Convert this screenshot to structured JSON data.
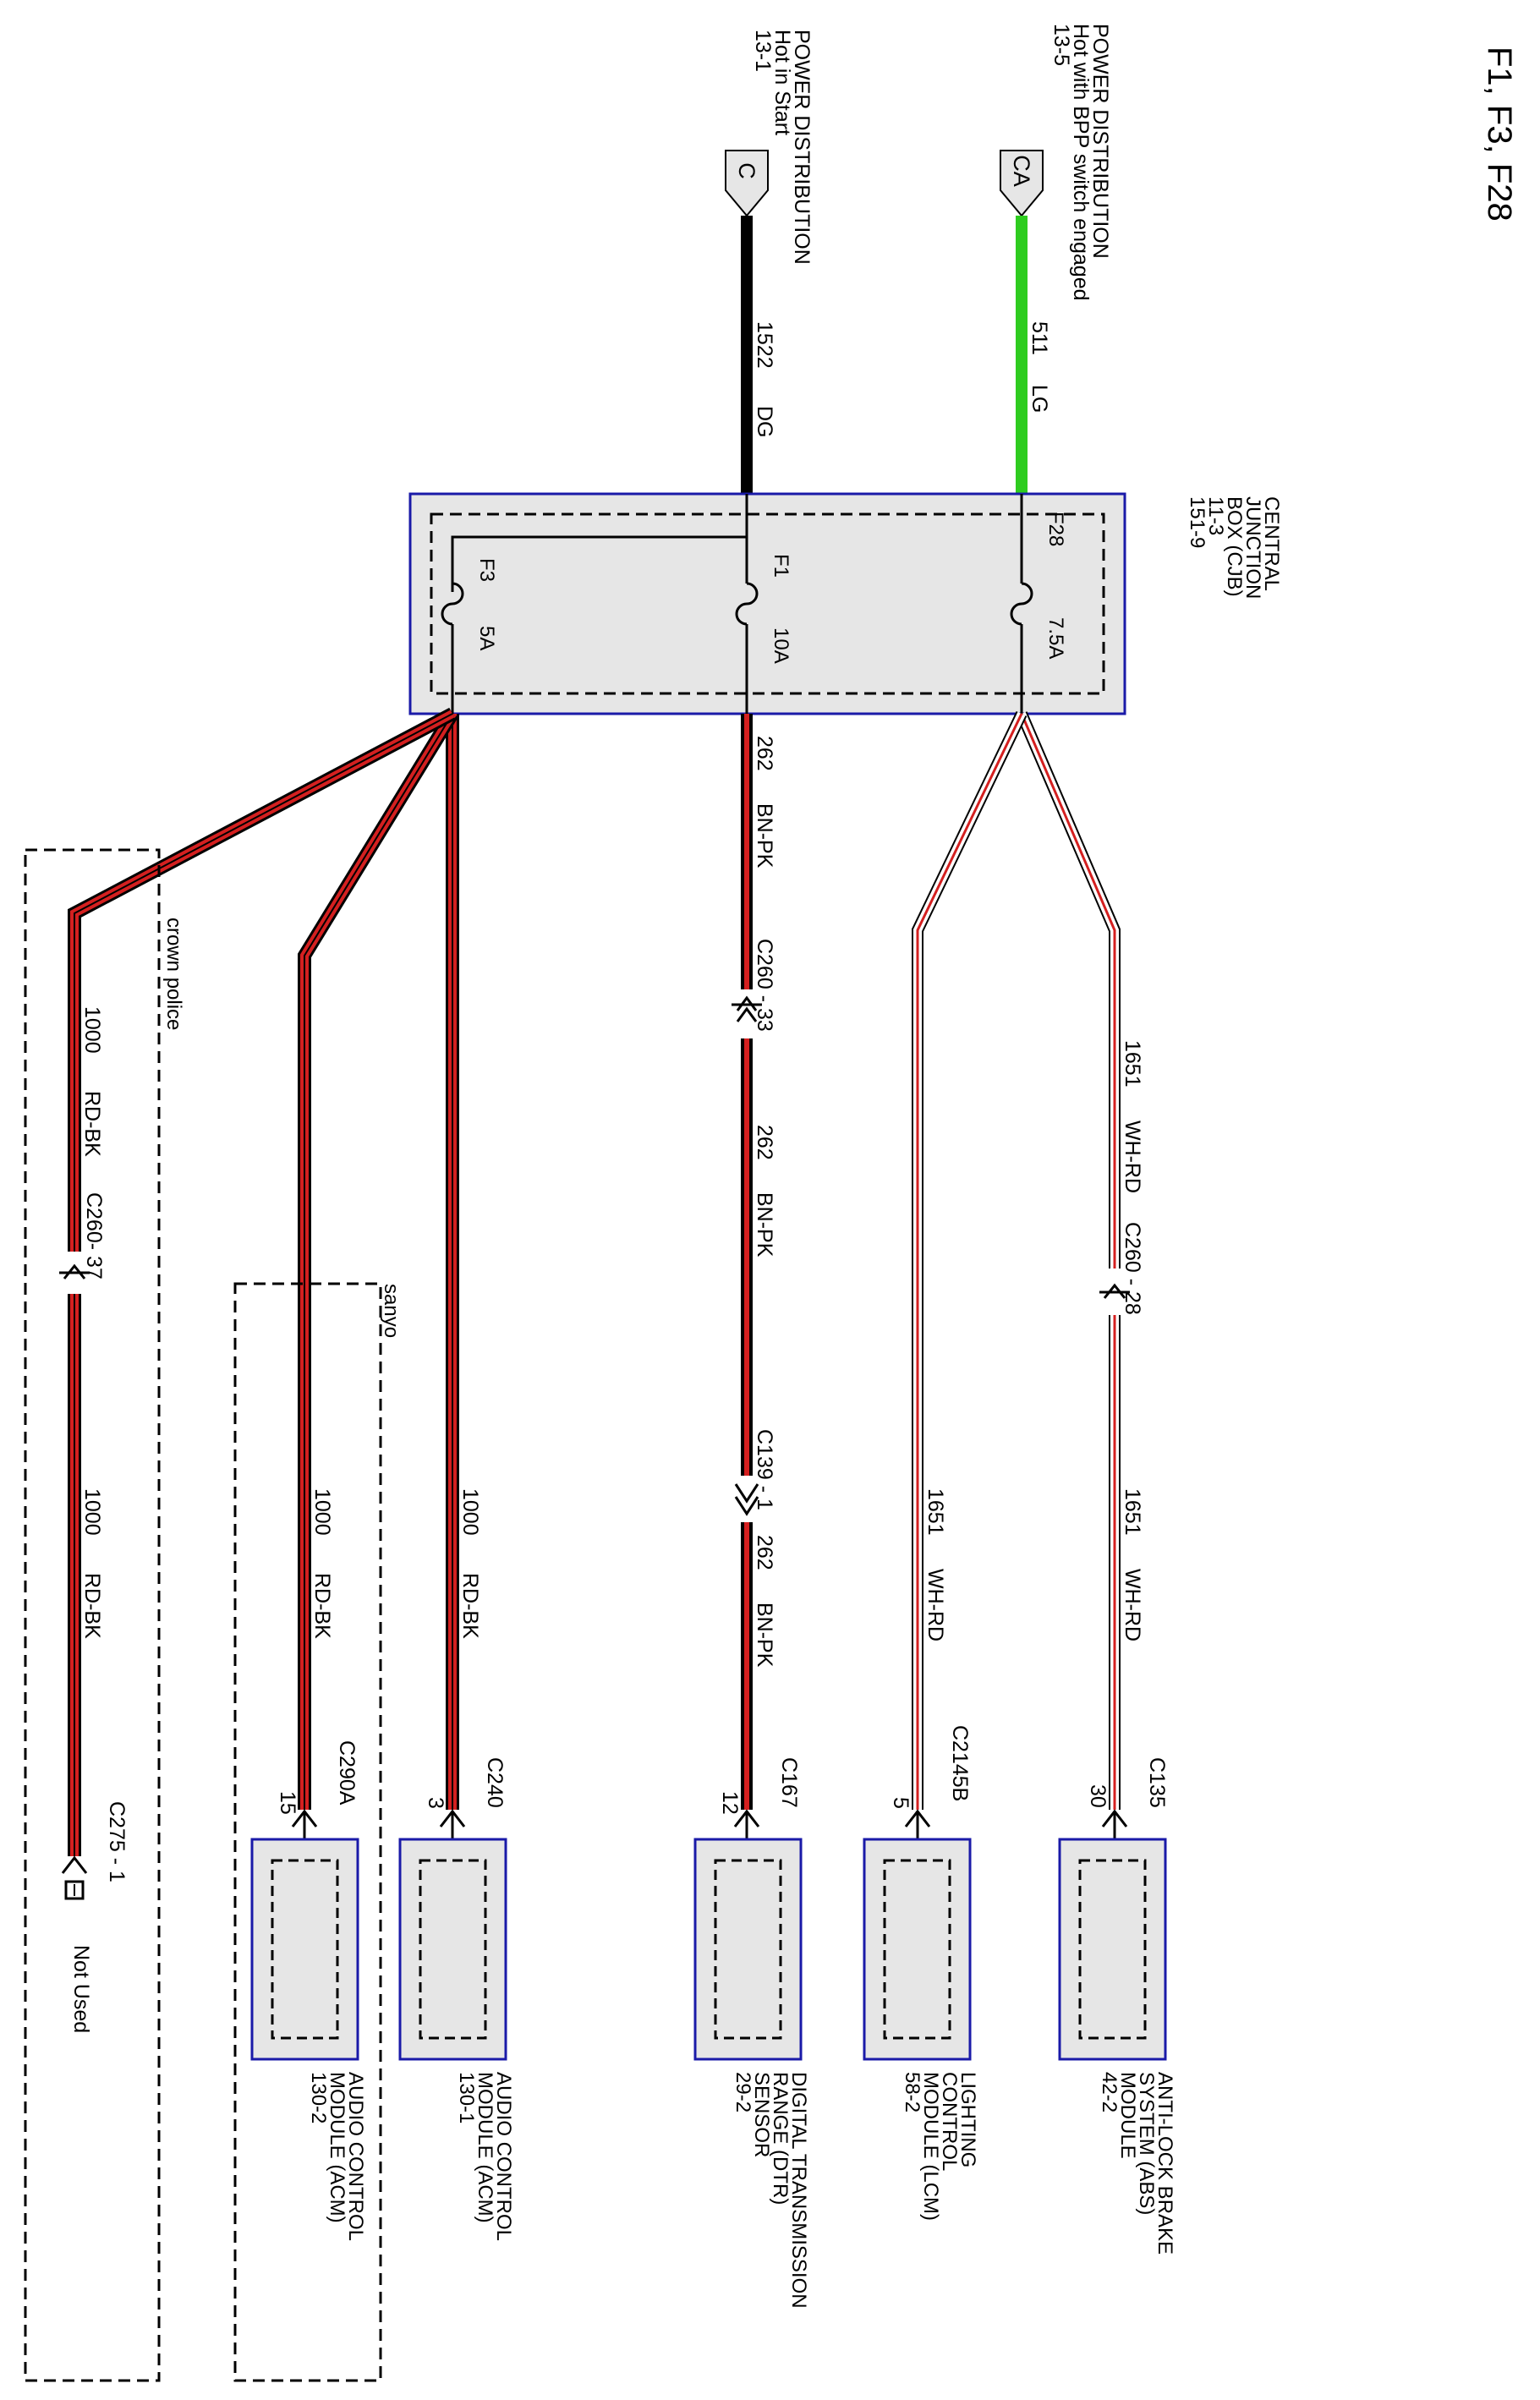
{
  "page_title": "F1, F3, F28",
  "sources": {
    "c": {
      "connector": "C",
      "line1": "POWER DISTRIBUTION",
      "line2": "Hot in Start",
      "line3": "13-1"
    },
    "ca": {
      "connector": "CA",
      "line1": "POWER DISTRIBUTION",
      "line2": "Hot with BPP switch engaged",
      "line3": "13-5"
    }
  },
  "feed_wires": {
    "c": {
      "circuit": "1522",
      "color": "DG"
    },
    "ca": {
      "circuit": "511",
      "color": "LG"
    }
  },
  "cjb": {
    "line1": "CENTRAL",
    "line2": "JUNCTION",
    "line3": "BOX (CJB)",
    "line4": "11-3",
    "line5": "151-9",
    "fuses": {
      "f1": {
        "name": "F1",
        "rating": "10A"
      },
      "f3": {
        "name": "F3",
        "rating": "5A"
      },
      "f28": {
        "name": "F28",
        "rating": "7.5A"
      }
    }
  },
  "circuits": {
    "dtr_a": {
      "circuit": "262",
      "color": "BN-PK"
    },
    "dtr_b": {
      "circuit": "262",
      "color": "BN-PK"
    },
    "dtr_c": {
      "circuit": "262",
      "color": "BN-PK"
    },
    "abs_a": {
      "circuit": "1651",
      "color": "WH-RD"
    },
    "abs_b": {
      "circuit": "1651",
      "color": "WH-RD"
    },
    "lcm": {
      "circuit": "1651",
      "color": "WH-RD"
    },
    "acm1": {
      "circuit": "1000",
      "color": "RD-BK"
    },
    "acm2": {
      "circuit": "1000",
      "color": "RD-BK"
    },
    "crown_a": {
      "circuit": "1000",
      "color": "RD-BK"
    },
    "crown_b": {
      "circuit": "1000",
      "color": "RD-BK"
    }
  },
  "inline_connectors": {
    "c260_33": {
      "label": "C260 - 33"
    },
    "c139_1": {
      "label": "C139 - 1"
    },
    "c260_28": {
      "label": "C260 - 28"
    },
    "c260_37": {
      "label": "C260- 37"
    }
  },
  "end_connectors": {
    "abs": {
      "connector": "C135",
      "pin": "30"
    },
    "lcm": {
      "connector": "C2145B",
      "pin": "5"
    },
    "dtr": {
      "connector": "C167",
      "pin": "12"
    },
    "acm1": {
      "connector": "C240",
      "pin": "3"
    },
    "acm2": {
      "connector": "C290A",
      "pin": "15"
    },
    "crown": {
      "connector": "C275 - 1",
      "status": "Not Used"
    }
  },
  "modules": {
    "abs": {
      "line1": "ANTI-LOCK BRAKE",
      "line2": "SYSTEM (ABS)",
      "line3": "MODULE",
      "line4": "42-2"
    },
    "lcm": {
      "line1": "LIGHTING",
      "line2": "CONTROL",
      "line3": "MODULE (LCM)",
      "line4": "58-2"
    },
    "dtr": {
      "line1": "DIGITAL TRANSMISSION",
      "line2": "RANGE (DTR)",
      "line3": "SENSOR",
      "line4": "29-2"
    },
    "acm1": {
      "line1": "AUDIO CONTROL",
      "line2": "MODULE (ACM)",
      "line3": "130-1"
    },
    "acm2": {
      "line1": "AUDIO CONTROL",
      "line2": "MODULE (ACM)",
      "line3": "130-2"
    }
  },
  "options": {
    "sanyo": "sanyo",
    "crown": "crown police"
  },
  "colors": {
    "dg_wire": "#000000",
    "lg_wire": "#2ecc1f",
    "red_wire": "#d42020",
    "module_outline": "#1a1aa8",
    "module_fill": "#e6e6e6"
  }
}
